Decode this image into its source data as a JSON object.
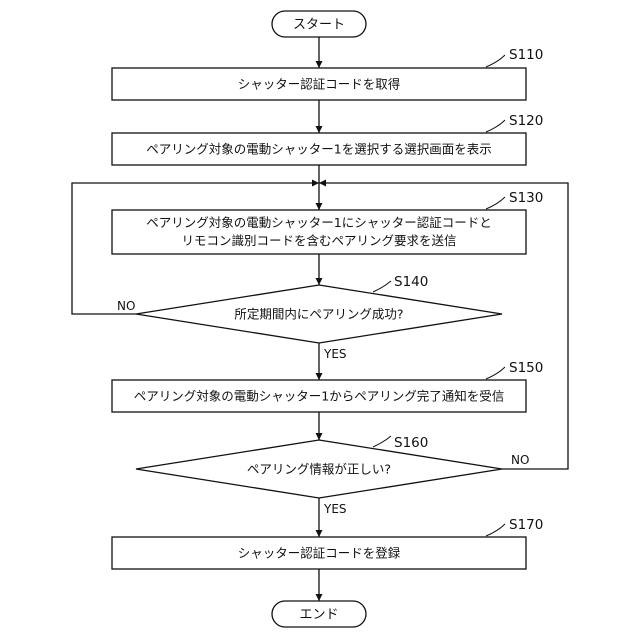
{
  "flowchart": {
    "start": "スタート",
    "end": "エンド",
    "steps": {
      "s110": {
        "id": "S110",
        "text": "シャッター認証コードを取得"
      },
      "s120": {
        "id": "S120",
        "text": "ペアリング対象の電動シャッター1を選択する選択画面を表示"
      },
      "s130": {
        "id": "S130",
        "lines": [
          "ペアリング対象の電動シャッター1にシャッター認証コードと",
          "リモコン識別コードを含むペアリング要求を送信"
        ]
      },
      "s140": {
        "id": "S140",
        "text": "所定期間内にペアリング成功?",
        "no": "NO",
        "yes": "YES"
      },
      "s150": {
        "id": "S150",
        "text": "ペアリング対象の電動シャッター1からペアリング完了通知を受信"
      },
      "s160": {
        "id": "S160",
        "text": "ペアリング情報が正しい?",
        "no": "NO",
        "yes": "YES"
      },
      "s170": {
        "id": "S170",
        "text": "シャッター認証コードを登録"
      }
    }
  }
}
